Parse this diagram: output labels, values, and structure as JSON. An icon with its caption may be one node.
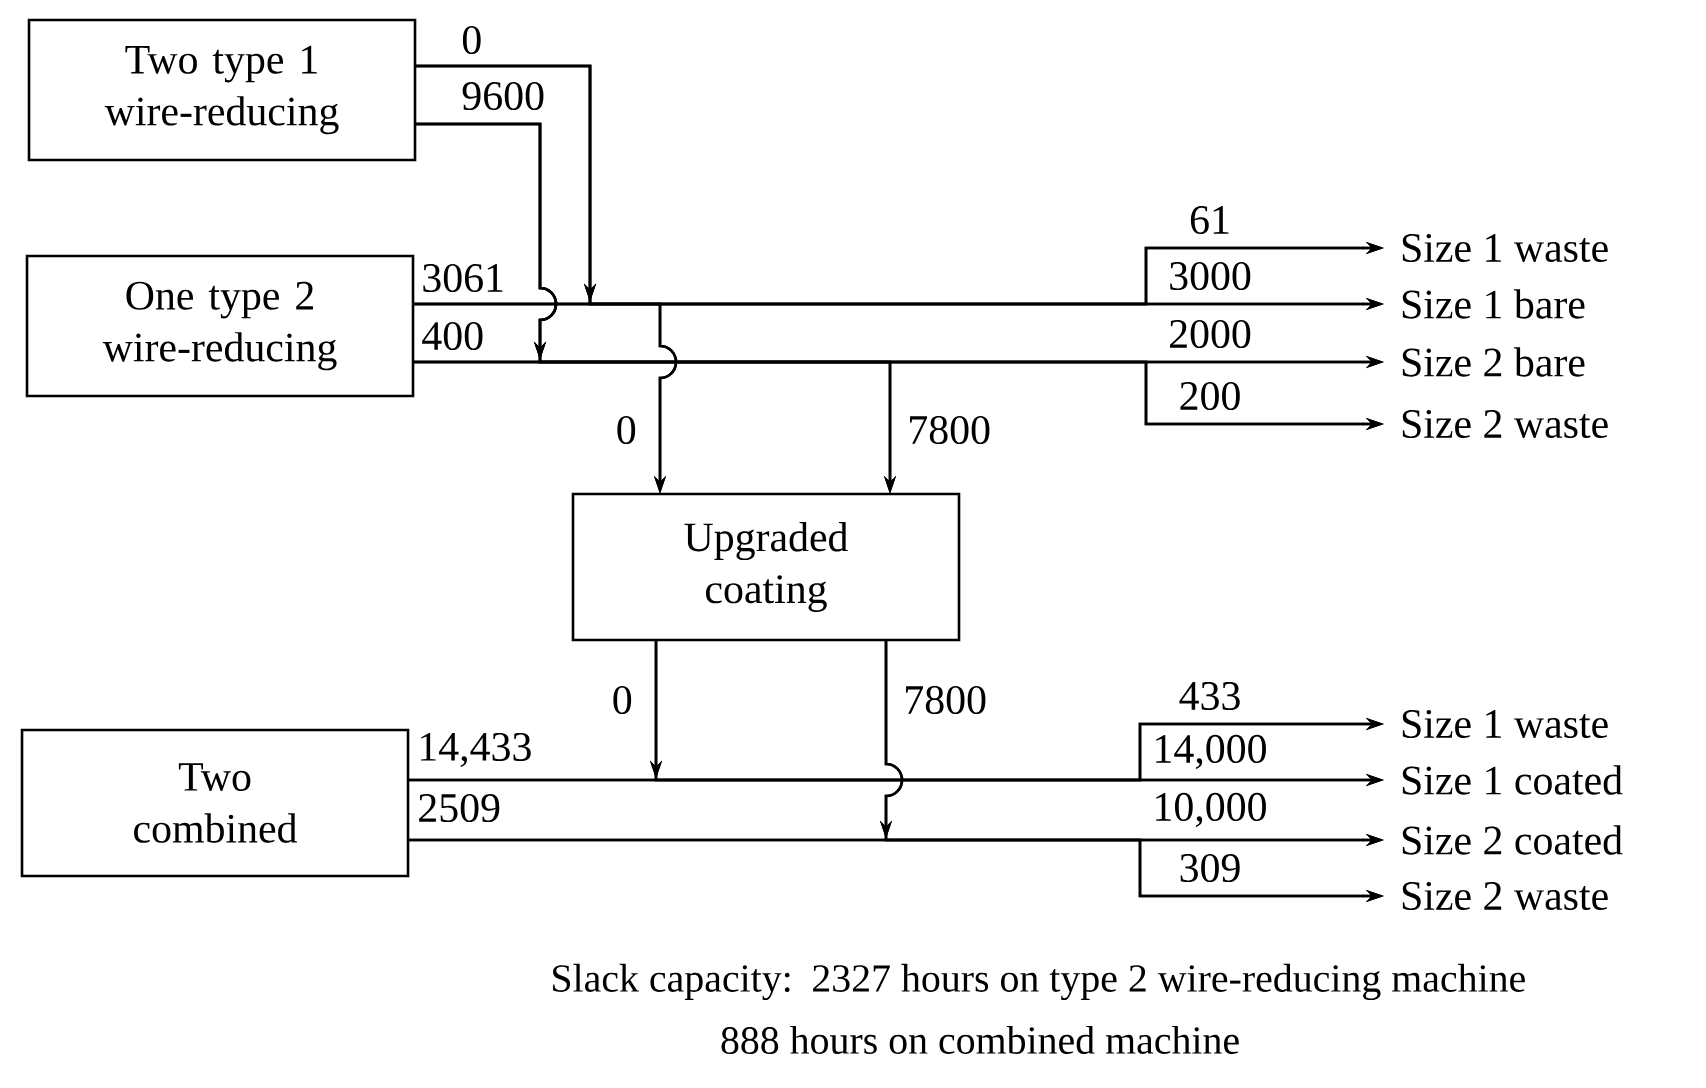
{
  "diagram": {
    "nodes": [
      {
        "text": [
          "Two type 1 wire-reducing"
        ]
      },
      {
        "text": [
          "One type 2 wire-reducing"
        ]
      },
      {
        "text": [
          "Upgraded coating"
        ]
      },
      {
        "text": [
          "Two combined"
        ]
      },
      {
        "text": [
          "Size 1 waste"
        ]
      },
      {
        "text": [
          "Size 1 bare"
        ]
      },
      {
        "text": [
          "Size 2 bare"
        ]
      },
      {
        "text": [
          "Size 2 waste"
        ]
      },
      {
        "text": [
          "Size 1 waste"
        ]
      },
      {
        "text": [
          "Size 1 coated"
        ]
      },
      {
        "text": [
          "Size 2 coated"
        ]
      },
      {
        "text": [
          "Size 2 waste"
        ]
      }
    ],
    "edges": [
      {
        "from": 0,
        "to": 4,
        "arrow": "to",
        "label": "0"
      },
      {
        "from": 0,
        "to": 5,
        "arrow": "to",
        "label": "3000"
      },
      {
        "from": 0,
        "to": 2,
        "arrow": "to"
      },
      {
        "from": 1,
        "to": 4,
        "arrow": "to",
        "label": "61"
      },
      {
        "from": 1,
        "to": 5,
        "arrow": "to",
        "label": "3061"
      },
      {
        "from": 1,
        "to": 2,
        "arrow": "to",
        "label": "0"
      },
      {
        "from": 0,
        "to": 6,
        "arrow": "to",
        "label": "9600"
      },
      {
        "from": 0,
        "to": 7,
        "arrow": "to",
        "label": "200"
      },
      {
        "from": 0,
        "to": 2,
        "arrow": "to",
        "label": "7800"
      },
      {
        "from": 1,
        "to": 6,
        "arrow": "to",
        "label": "2000"
      },
      {
        "from": 1,
        "to": 7,
        "arrow": "to",
        "label": "400"
      },
      {
        "from": 1,
        "to": 2,
        "arrow": "to"
      },
      {
        "from": 3,
        "to": 8,
        "arrow": "to",
        "label": "14,433"
      },
      {
        "from": 3,
        "to": 9,
        "arrow": "to",
        "label": "14,000"
      },
      {
        "from": 2,
        "to": 8,
        "arrow": "to",
        "label": "433"
      },
      {
        "from": 2,
        "to": 9,
        "arrow": "to",
        "label": "0"
      },
      {
        "from": 3,
        "to": 10,
        "arrow": "to",
        "label": "2509"
      },
      {
        "from": 3,
        "to": 11,
        "arrow": "to",
        "label": "309"
      },
      {
        "from": 2,
        "to": 10,
        "arrow": "to",
        "label": "7800"
      },
      {
        "from": 2,
        "to": 11,
        "arrow": "to",
        "label": "10,000"
      }
    ],
    "labels": [
      "Slack capacity:",
      "2327 hours on type 2 wire-reducing machine",
      "888 hours on combined machine"
    ]
  }
}
